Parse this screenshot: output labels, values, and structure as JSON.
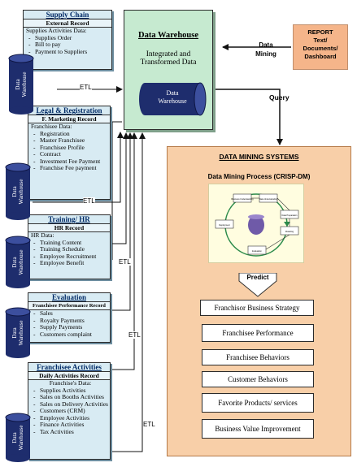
{
  "warehouse": {
    "title": "Data Warehouse",
    "desc_line1": "Integrated and",
    "desc_line2": "Transformed Data",
    "cylinder_line1": "Data",
    "cylinder_line2": "Warehouse"
  },
  "report": {
    "line1": "REPORT",
    "line2": "Text/",
    "line3": "Documents/",
    "line4": "Dashboard"
  },
  "arrows": {
    "data_mining_line1": "Data",
    "data_mining_line2": "Mining",
    "query": "Query",
    "etl": "ETL",
    "predict": "Predict"
  },
  "cylinders": {
    "line1": "Data",
    "line2": "Warehouse"
  },
  "sources": {
    "supply": {
      "title": "Supply Chain",
      "subtitle": "External Record",
      "label": "Supplies Activities Data:",
      "items": [
        "Supplies Order",
        "Bill to pay",
        "Payment to Suppliers"
      ]
    },
    "legal": {
      "title": "Legal & Registration",
      "subtitle": "F. Marketing Record",
      "label": "Franchisee Data:",
      "items": [
        "Registration",
        "Master Franchisee",
        "Franchisee Profile",
        "Contract",
        "Investment Fee Payment",
        "Franchise Fee payment"
      ]
    },
    "training": {
      "title": "Training/ HR",
      "subtitle": "HR Record",
      "label": "HR Data:",
      "items": [
        "Training Content",
        "Training Schedule",
        "Employee Recruitment",
        "Employee Benefit"
      ]
    },
    "evaluation": {
      "title": "Evaluation",
      "subtitle": "Franchisee Performance Record",
      "items": [
        "Sales",
        "Royalty Payments",
        "Supply Payments",
        "Customers complaint"
      ]
    },
    "franchisee": {
      "title": "Franchisee Activities",
      "subtitle": "Daily Activities Record",
      "label": "Franchise's Data:",
      "items": [
        "Supplies Activities",
        "Sales on Booths Activities",
        "Sales on Delivery Activities",
        "Customers (CRM)",
        "Employee Activities",
        "Finance Activities",
        "Tax Activities"
      ]
    }
  },
  "mining": {
    "title": "DATA MINING SYSTEMS",
    "process": "Data Mining Process (CRISP-DM)",
    "crisp": {
      "business": "Business Understanding",
      "data_u": "Data Understanding",
      "prep": "Data Preparation",
      "modeling": "Modeling",
      "evaluation": "Evaluation",
      "deploy": "Deployment"
    },
    "results": [
      "Franchisor Business Strategy",
      "Franchisee Performance",
      "Franchisee Behaviors",
      "Customer Behaviors",
      "Favorite Products/ services",
      "Business Value Improvement"
    ]
  }
}
